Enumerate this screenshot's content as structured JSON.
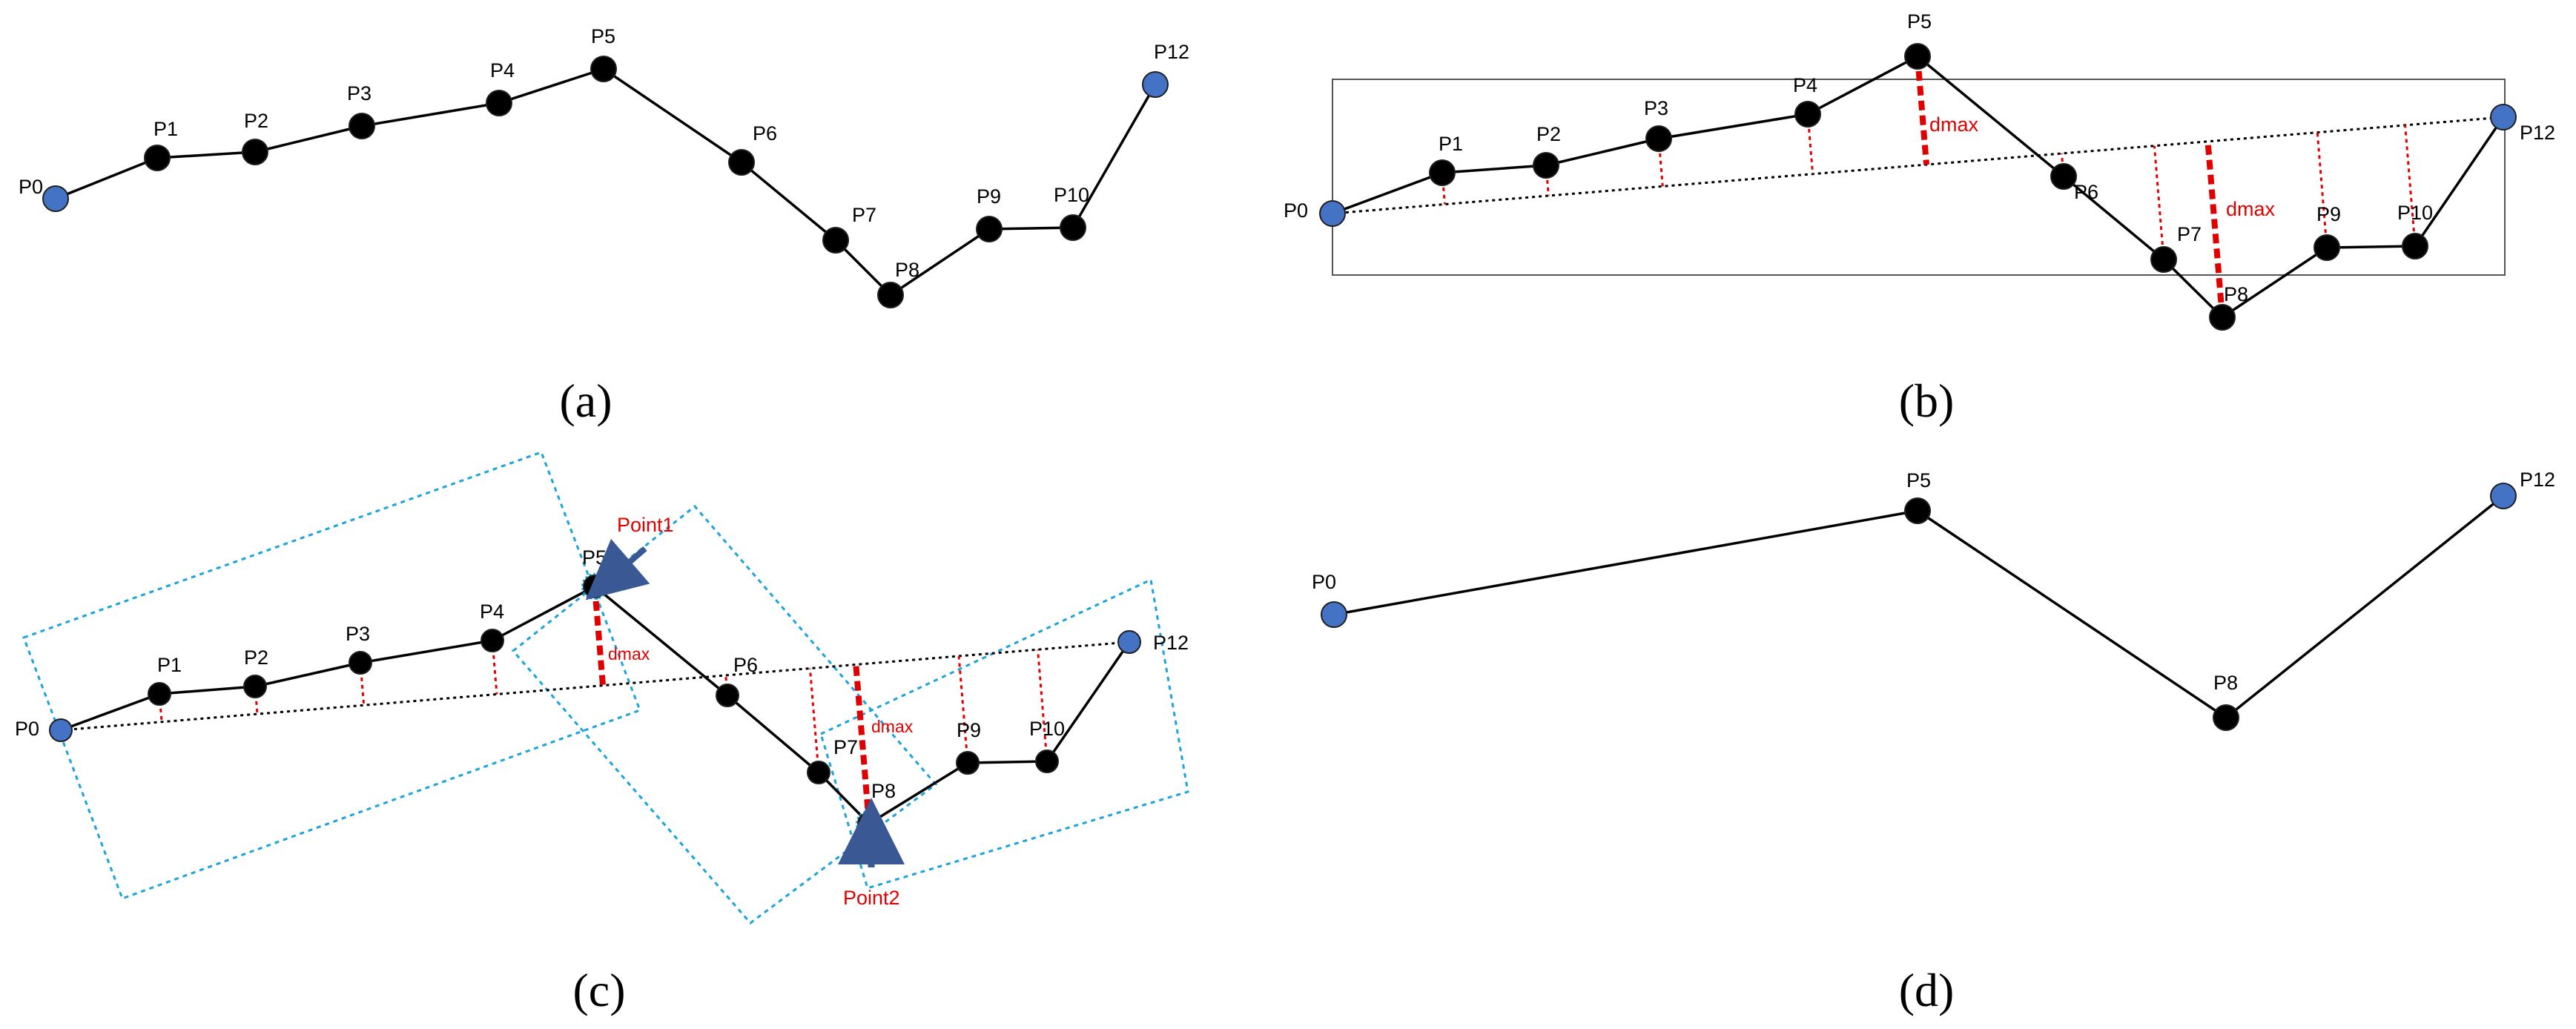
{
  "colors": {
    "polyline": "#000000",
    "point_inner": "#000000",
    "point_endpoint": "#4472c4",
    "point_outline": "#1f1f1f",
    "distance": "#e00000",
    "bounding_box_c": "#1aa3dc",
    "bounding_box_b": "#555555",
    "arrow": "#3a5894",
    "annotation": "#e00000"
  },
  "panels": {
    "a": {
      "caption": "(a)",
      "points": [
        {
          "label": "P0",
          "endpoint": true
        },
        {
          "label": "P1",
          "endpoint": false
        },
        {
          "label": "P2",
          "endpoint": false
        },
        {
          "label": "P3",
          "endpoint": false
        },
        {
          "label": "P4",
          "endpoint": false
        },
        {
          "label": "P5",
          "endpoint": false
        },
        {
          "label": "P6",
          "endpoint": false
        },
        {
          "label": "P7",
          "endpoint": false
        },
        {
          "label": "P8",
          "endpoint": false
        },
        {
          "label": "P9",
          "endpoint": false
        },
        {
          "label": "P10",
          "endpoint": false
        },
        {
          "label": "P12",
          "endpoint": true
        }
      ]
    },
    "b": {
      "caption": "(b)",
      "points": [
        {
          "label": "P0",
          "endpoint": true
        },
        {
          "label": "P1",
          "endpoint": false
        },
        {
          "label": "P2",
          "endpoint": false
        },
        {
          "label": "P3",
          "endpoint": false
        },
        {
          "label": "P4",
          "endpoint": false
        },
        {
          "label": "P5",
          "endpoint": false
        },
        {
          "label": "P6",
          "endpoint": false
        },
        {
          "label": "P7",
          "endpoint": false
        },
        {
          "label": "P8",
          "endpoint": false
        },
        {
          "label": "P9",
          "endpoint": false
        },
        {
          "label": "P10",
          "endpoint": false
        },
        {
          "label": "P12",
          "endpoint": true
        }
      ],
      "dmax_labels": [
        "dmax",
        "dmax"
      ]
    },
    "c": {
      "caption": "(c)",
      "points": [
        {
          "label": "P0",
          "endpoint": true
        },
        {
          "label": "P1",
          "endpoint": false
        },
        {
          "label": "P2",
          "endpoint": false
        },
        {
          "label": "P3",
          "endpoint": false
        },
        {
          "label": "P4",
          "endpoint": false
        },
        {
          "label": "P5",
          "endpoint": false
        },
        {
          "label": "P6",
          "endpoint": false
        },
        {
          "label": "P7",
          "endpoint": false
        },
        {
          "label": "P8",
          "endpoint": false
        },
        {
          "label": "P9",
          "endpoint": false
        },
        {
          "label": "P10",
          "endpoint": false
        },
        {
          "label": "P12",
          "endpoint": true
        }
      ],
      "dmax_labels": [
        "dmax",
        "dmax"
      ],
      "point1_label": "Point1",
      "point2_label": "Point2"
    },
    "d": {
      "caption": "(d)",
      "points": [
        {
          "label": "P0",
          "endpoint": true
        },
        {
          "label": "P5",
          "endpoint": false
        },
        {
          "label": "P8",
          "endpoint": false
        },
        {
          "label": "P12",
          "endpoint": true
        }
      ]
    }
  }
}
